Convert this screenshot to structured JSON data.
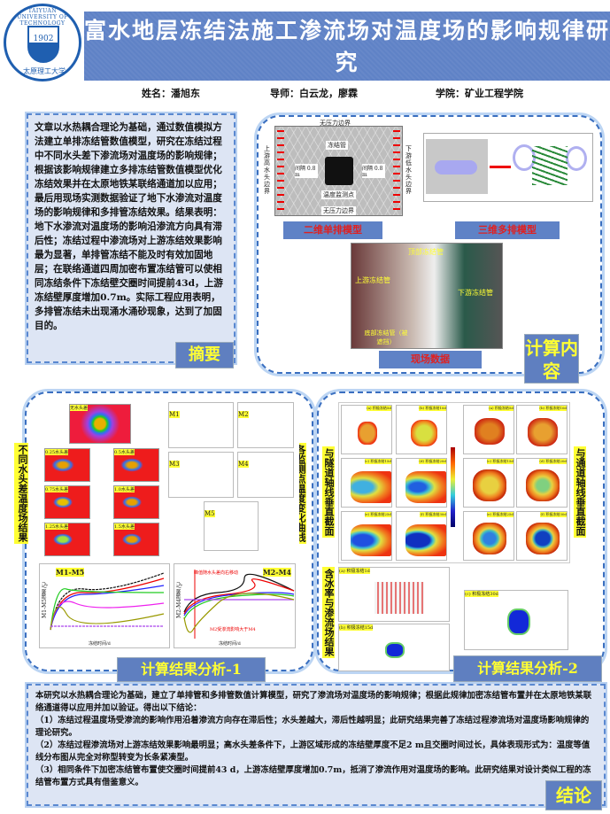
{
  "logo": {
    "ring_text": "TAIYUAN UNIVERSITY OF TECHNOLOGY",
    "year": "1902",
    "cn_name": "太原理工大学"
  },
  "title": "富水地层冻结法施工渗流场对温度场的影响规律研究",
  "info": {
    "name": "姓名：潘旭东",
    "advisor": "导师：白云龙，廖霖",
    "college": "学院：矿业工程学院"
  },
  "abstract": {
    "label": "摘要",
    "text": "文章以水热耦合理论为基础，通过数值模拟方法建立单排冻结管数值模型，研究在冻结过程中不同水头差下渗流场对温度场的影响规律；根据该影响规律建立多排冻结管数值模型优化冻结效果并在太原地铁某联络通道加以应用；最后用现场实测数据验证了地下水渗流对温度场的影响规律和多排管冻结效果。结果表明：地下水渗流对温度场的影响沿渗流方向具有滞后性；冻结过程中渗流场对上游冻结效果影响最为显著，单排管冻结不能及时有效加固地层；在联络通道四周加密布置冻结管可以使相同冻结条件下冻结壁交圈时间提前43d，上游冻结壁厚度增加0.7m。实际工程应用表明，多排管冻结未出现涌水涌砂现象，达到了加固目的。"
  },
  "calc": {
    "label": "计算内容",
    "model2d": {
      "caption": "二维单排模型",
      "top": "无压力边界",
      "bottom": "无压力边界",
      "left": "上游高水头边界",
      "right": "下游低水头边界",
      "pipe": "冻结管",
      "gap": "间隔 0.8 m",
      "monitor": "温度监测点"
    },
    "model3d": {
      "caption": "三维多排模型"
    },
    "site": {
      "caption": "现场数据",
      "top": "顶部冻结管",
      "up": "上游冻结管",
      "down": "下游冻结管",
      "bottom": "底部冻结管（被遮挡）"
    }
  },
  "res1": {
    "label": "计算结果分析-1",
    "left_vert": "不同水头差温度场结果",
    "right_vert": "各监测点温度变化曲线",
    "heat_titles": [
      "无水头差",
      "0.25水头差",
      "0.5水头差",
      "0.75水头差",
      "1.0水头差",
      "1.25水头差",
      "1.5水头差"
    ],
    "curve_titles": [
      "M1",
      "M2",
      "M3",
      "M4",
      "M5"
    ],
    "chart1": {
      "title": "M1-M5",
      "xlabel": "冻结时间/d",
      "ylabel": "M1-M5温差/℃"
    },
    "chart2": {
      "title": "M2-M4",
      "xlabel": "冻结时间/d",
      "ylabel": "M2-M4温差/℃",
      "note1": "峰值随水头差向右移动",
      "note2": "M2受渗流影响大于M4"
    }
  },
  "res2": {
    "label": "计算结果分析-2",
    "left_vert": "与隧道轴线垂直截面",
    "right_vert": "与通道轴线垂直截面",
    "bottom_vert": "含冰率与渗流场结果",
    "frames": [
      "(a) 积极冻结5d",
      "(b) 积极冻结10d",
      "(c) 积极冻结15d",
      "(d) 积极冻结20d",
      "(e) 积极冻结25d",
      "(f) 积极冻结30d"
    ],
    "ice": [
      "(a) 积极冻结1d",
      "(b) 积极冻结15d",
      "(c) 积极冻结30d"
    ]
  },
  "conclusion": {
    "label": "结论",
    "paras": [
      "本研究以水热耦合理论为基础，建立了单排管和多排管数值计算模型，研究了渗流场对温度场的影响规律；根据此规律加密冻结管布置并在太原地铁某联络通道得以应用并加以验证。得出以下结论：",
      "（1）冻结过程温度场受渗流的影响作用沿着渗流方向存在滞后性；水头差越大，滞后性越明显；此研究结果完善了冻结过程渗流场对温度场影响规律的理论研究。",
      "（2）冻结过程渗流场对上游冻结效果影响最明显；高水头差条件下，上游区域形成的冻结壁厚度不足2 m且交圈时间过长，具体表现形式为：温度等值线分布图从完全对称型转变为长条紧凑型。",
      "（3）相同条件下加密冻结管布置使交圈时间提前43 d，上游冻结壁厚度增加0.7m，抵消了渗流作用对温度场的影响。此研究结果对设计类似工程的冻结管布置方式具有借鉴意义。"
    ]
  }
}
